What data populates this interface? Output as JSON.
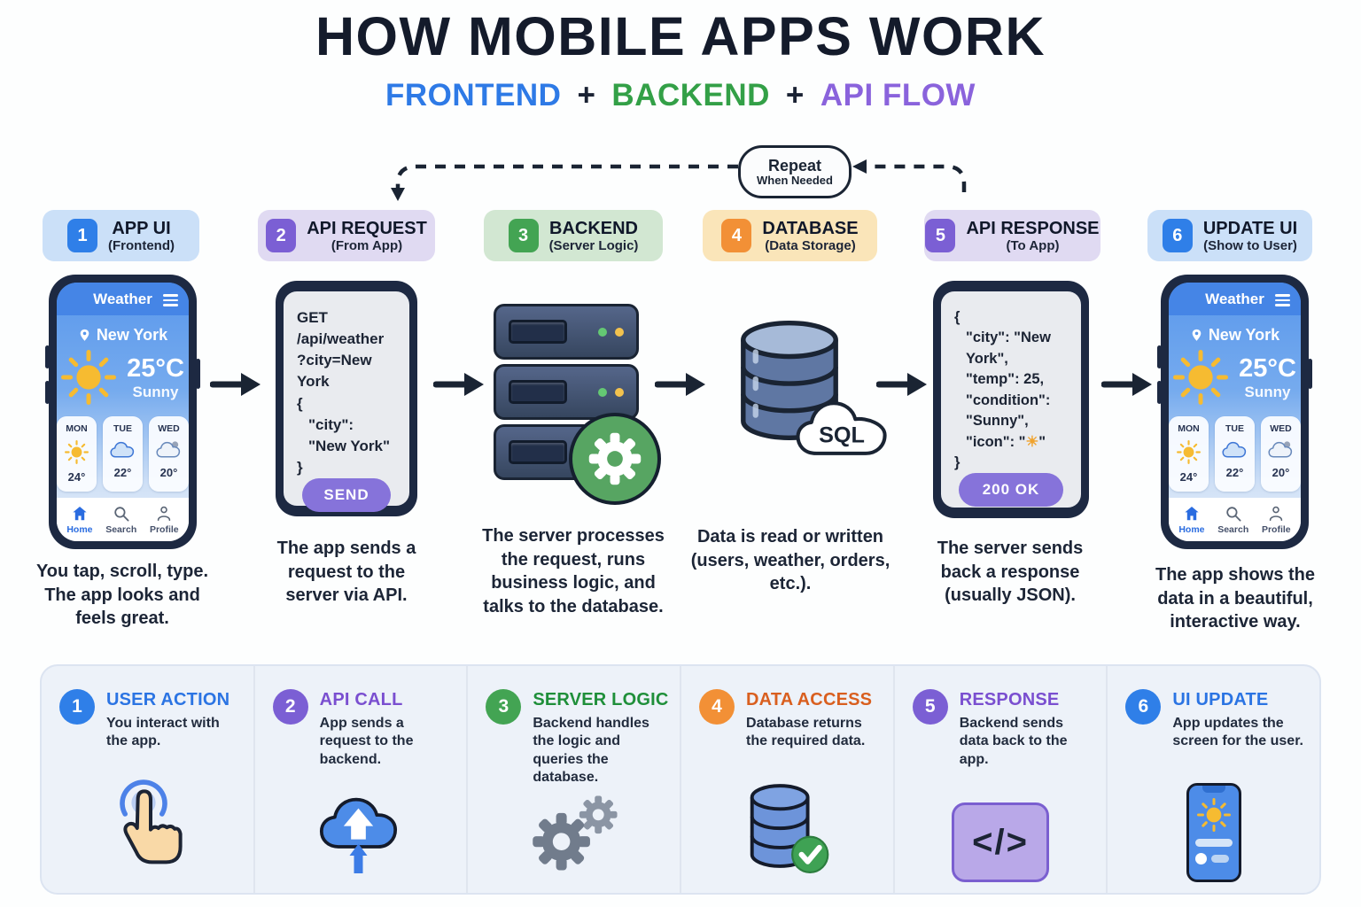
{
  "palette": {
    "navy": "#1a2433",
    "blue": "#2e7ae6",
    "green": "#33a047",
    "purple": "#8a63dc",
    "orange": "#f0903c",
    "panel_bg": "#edf2f9",
    "step_blue_bg": "#cbe0f8",
    "step_purple_bg": "#e0daf2",
    "step_green_bg": "#d2e7d2",
    "step_yellow_bg": "#fae5b9",
    "send_button": "#8673da",
    "sun": "#f6bb31"
  },
  "header": {
    "title": "HOW MOBILE APPS WORK",
    "subtitle": {
      "frontend": "FRONTEND",
      "plus1": "+",
      "backend": "BACKEND",
      "plus2": "+",
      "api_flow": "API FLOW"
    }
  },
  "repeat_badge": {
    "line1": "Repeat",
    "line2": "When Needed"
  },
  "steps": [
    {
      "num": "1",
      "title": "APP UI",
      "subtitle": "(Frontend)"
    },
    {
      "num": "2",
      "title": "API REQUEST",
      "subtitle": "(From App)"
    },
    {
      "num": "3",
      "title": "BACKEND",
      "subtitle": "(Server Logic)"
    },
    {
      "num": "4",
      "title": "DATABASE",
      "subtitle": "(Data Storage)"
    },
    {
      "num": "5",
      "title": "API RESPONSE",
      "subtitle": "(To App)"
    },
    {
      "num": "6",
      "title": "UPDATE UI",
      "subtitle": "(Show to User)"
    }
  ],
  "weather_app": {
    "title": "Weather",
    "location": "New York",
    "temp": "25°C",
    "condition": "Sunny",
    "forecast": [
      {
        "day": "MON",
        "temp": "24°",
        "icon": "sun"
      },
      {
        "day": "TUE",
        "temp": "22°",
        "icon": "cloud"
      },
      {
        "day": "WED",
        "temp": "20°",
        "icon": "cloud-night"
      }
    ],
    "nav": {
      "home": "Home",
      "search": "Search",
      "profile": "Profile"
    }
  },
  "api_request": {
    "line1": "GET",
    "line2": "/api/weather",
    "line3": "?city=New York",
    "json1": "{",
    "json2": "\"city\":",
    "json3": "\"New York\"",
    "json4": "}",
    "send_label": "SEND"
  },
  "database": {
    "sql_label": "SQL"
  },
  "api_response": {
    "open": "{",
    "line1": "\"city\": \"New York\",",
    "line2": "\"temp\": 25,",
    "line3": "\"condition\":",
    "line4": "\"Sunny\",",
    "icon_pre": "\"icon\": \"",
    "icon_sun": "☀",
    "icon_post": "\"",
    "close": "}",
    "status_label": "200 OK"
  },
  "descriptions": [
    "You tap, scroll, type. The app looks and feels great.",
    "The app sends a request to the server via API.",
    "The server processes the request, runs business logic, and talks to the database.",
    "Data is read or written (users, weather, orders, etc.).",
    "The server sends back a response (usually JSON).",
    "The app shows the data in a beautiful, interactive way."
  ],
  "bottom_steps": [
    {
      "num": "1",
      "title": "USER ACTION",
      "desc": "You interact with the app."
    },
    {
      "num": "2",
      "title": "API CALL",
      "desc": "App sends a request to the backend."
    },
    {
      "num": "3",
      "title": "SERVER LOGIC",
      "desc": "Backend handles the logic and queries the database."
    },
    {
      "num": "4",
      "title": "DATA ACCESS",
      "desc": "Database returns the required data."
    },
    {
      "num": "5",
      "title": "RESPONSE",
      "desc": "Backend sends data back to the app."
    },
    {
      "num": "6",
      "title": "UI UPDATE",
      "desc": "App updates the screen for the user."
    }
  ],
  "icons": {
    "code_glyph": "</>"
  }
}
